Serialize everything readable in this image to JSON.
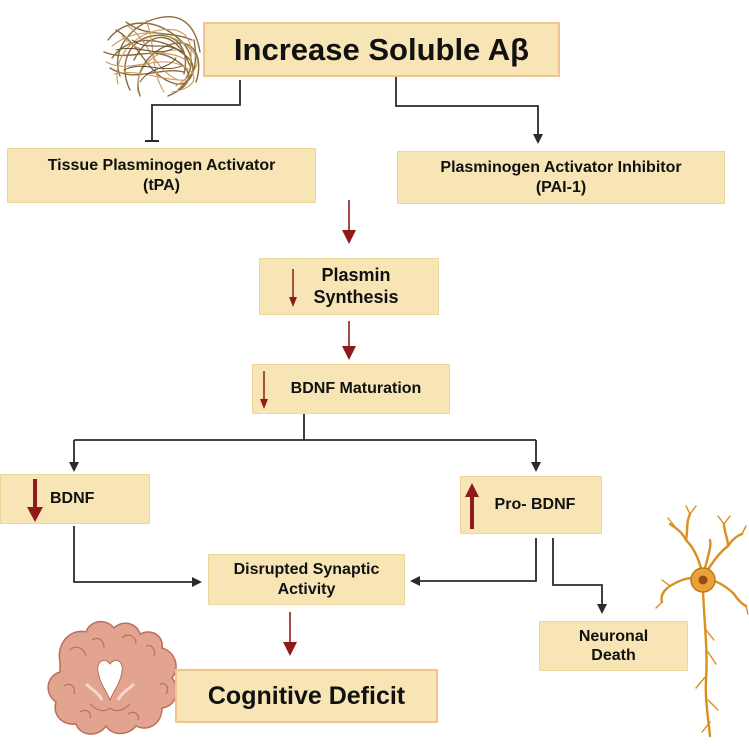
{
  "colors": {
    "box_fill": "#f8e5b5",
    "box_border": "#eed79a",
    "connector": "#2b2b2b",
    "decrease_arrow": "#8e1a1a",
    "neuron": "#d9901f",
    "brain": "#e2a48e"
  },
  "nodes": {
    "soluble_abeta": "Increase Soluble Aβ",
    "tpa_line1": "Tissue Plasminogen Activator",
    "tpa_line2": "(tPA)",
    "pai_line1": "Plasminogen Activator Inhibitor",
    "pai_line2": "(PAI-1)",
    "plasmin_line1": "Plasmin",
    "plasmin_line2": "Synthesis",
    "bdnf_maturation": "BDNF Maturation",
    "bdnf": "BDNF",
    "pro_bdnf": "Pro- BDNF",
    "synaptic_line1": "Disrupted Synaptic",
    "synaptic_line2": "Activity",
    "neuronal_line1": "Neuronal",
    "neuronal_line2": "Death",
    "cognitive_deficit": "Cognitive Deficit"
  },
  "icons": {
    "fibrils": "amyloid-fibril-icon",
    "brain": "brain-section-icon",
    "neuron": "neuron-icon",
    "down_arrow": "decrease-arrow-icon",
    "up_arrow": "increase-arrow-icon"
  }
}
